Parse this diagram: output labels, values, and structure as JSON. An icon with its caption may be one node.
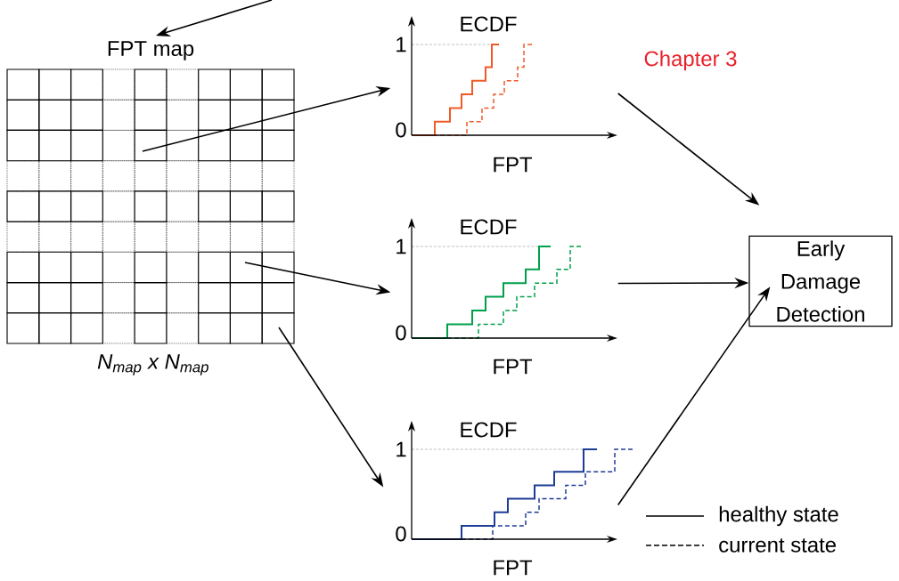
{
  "diagram": {
    "nodes": [
      {
        "text": [
          "FPT map",
          "N$_{map}$ x N$_{map}$"
        ]
      },
      {
        "text": [
          "ECDF",
          "1",
          "0",
          "FPT"
        ]
      },
      {
        "text": [
          "ECDF",
          "1",
          "0",
          "FPT"
        ]
      },
      {
        "text": [
          "ECDF",
          "1",
          "0",
          "FPT"
        ]
      },
      {
        "text": [
          "Early Damage Detection"
        ]
      }
    ],
    "edges": [
      {
        "from": null,
        "to": 0,
        "arrow": "to"
      },
      {
        "from": 0,
        "to": 1,
        "arrow": "to"
      },
      {
        "from": 0,
        "to": 2,
        "arrow": "to"
      },
      {
        "from": 0,
        "to": 3,
        "arrow": "to"
      },
      {
        "from": 1,
        "to": 4,
        "arrow": "to"
      },
      {
        "from": 2,
        "to": 4,
        "arrow": "to"
      },
      {
        "from": 3,
        "to": 4,
        "arrow": "to"
      }
    ],
    "labels": [
      "Chapter 3"
    ],
    "legend": [
      {
        "text": "healthy state"
      },
      {
        "text": "current state"
      }
    ]
  }
}
